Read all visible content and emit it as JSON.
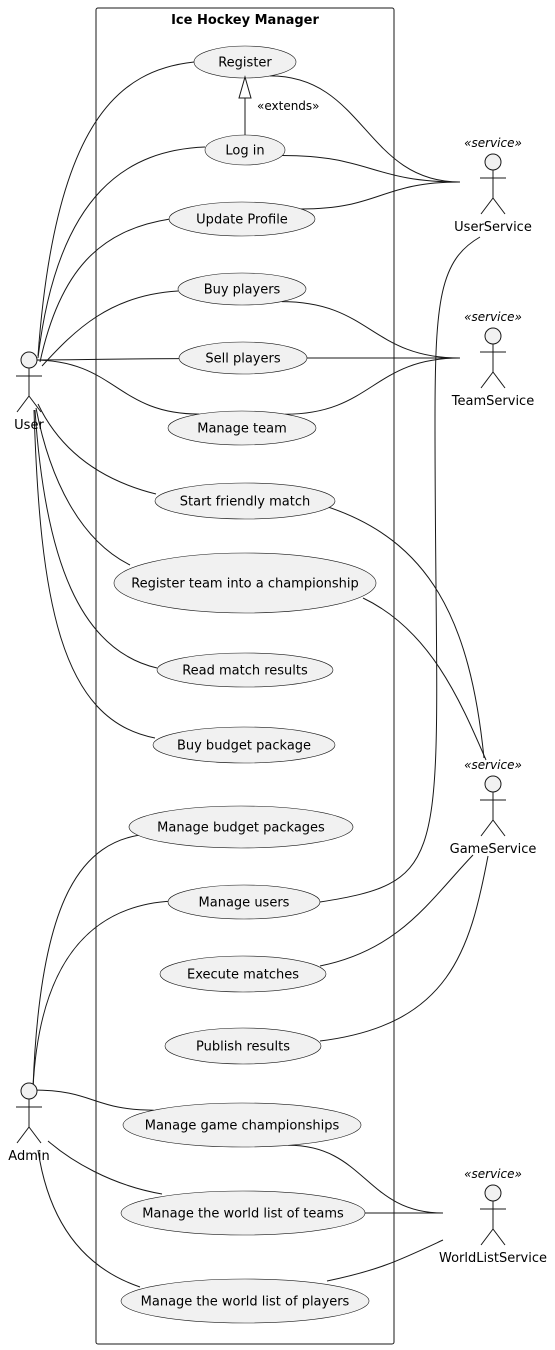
{
  "system": {
    "title": "Ice Hockey Manager"
  },
  "use_cases": [
    {
      "id": "register",
      "label": "Register"
    },
    {
      "id": "login",
      "label": "Log in"
    },
    {
      "id": "update_profile",
      "label": "Update Profile"
    },
    {
      "id": "buy_players",
      "label": "Buy players"
    },
    {
      "id": "sell_players",
      "label": "Sell players"
    },
    {
      "id": "manage_team",
      "label": "Manage team"
    },
    {
      "id": "start_friendly",
      "label": "Start friendly match"
    },
    {
      "id": "register_team",
      "label": "Register team into a championship"
    },
    {
      "id": "read_results",
      "label": "Read match results"
    },
    {
      "id": "buy_budget",
      "label": "Buy budget package"
    },
    {
      "id": "manage_budget",
      "label": "Manage budget packages"
    },
    {
      "id": "manage_users",
      "label": "Manage users"
    },
    {
      "id": "execute_matches",
      "label": "Execute matches"
    },
    {
      "id": "publish_results",
      "label": "Publish results"
    },
    {
      "id": "manage_champs",
      "label": "Manage game championships"
    },
    {
      "id": "manage_world_teams",
      "label": "Manage the world list of teams"
    },
    {
      "id": "manage_world_players",
      "label": "Manage the world list of players"
    }
  ],
  "actors": [
    {
      "id": "user",
      "label": "User",
      "stereotype": ""
    },
    {
      "id": "admin",
      "label": "Admin",
      "stereotype": ""
    },
    {
      "id": "userservice",
      "label": "UserService",
      "stereotype": "«service»"
    },
    {
      "id": "teamservice",
      "label": "TeamService",
      "stereotype": "«service»"
    },
    {
      "id": "gameservice",
      "label": "GameService",
      "stereotype": "«service»"
    },
    {
      "id": "worldlistservice",
      "label": "WorldListService",
      "stereotype": "«service»"
    }
  ],
  "relations": {
    "extends_label": "«extends»",
    "extends": [
      {
        "from": "login",
        "to": "register"
      }
    ],
    "associations": [
      {
        "from": "user",
        "to": "register"
      },
      {
        "from": "user",
        "to": "login"
      },
      {
        "from": "user",
        "to": "update_profile"
      },
      {
        "from": "user",
        "to": "buy_players"
      },
      {
        "from": "user",
        "to": "sell_players"
      },
      {
        "from": "user",
        "to": "manage_team"
      },
      {
        "from": "user",
        "to": "start_friendly"
      },
      {
        "from": "user",
        "to": "register_team"
      },
      {
        "from": "user",
        "to": "read_results"
      },
      {
        "from": "user",
        "to": "buy_budget"
      },
      {
        "from": "register",
        "to": "userservice"
      },
      {
        "from": "login",
        "to": "userservice"
      },
      {
        "from": "update_profile",
        "to": "userservice"
      },
      {
        "from": "buy_players",
        "to": "teamservice"
      },
      {
        "from": "sell_players",
        "to": "teamservice"
      },
      {
        "from": "manage_team",
        "to": "teamservice"
      },
      {
        "from": "start_friendly",
        "to": "gameservice"
      },
      {
        "from": "register_team",
        "to": "gameservice"
      },
      {
        "from": "admin",
        "to": "manage_budget"
      },
      {
        "from": "admin",
        "to": "manage_users"
      },
      {
        "from": "admin",
        "to": "manage_champs"
      },
      {
        "from": "admin",
        "to": "manage_world_teams"
      },
      {
        "from": "admin",
        "to": "manage_world_players"
      },
      {
        "from": "manage_users",
        "to": "userservice"
      },
      {
        "from": "execute_matches",
        "to": "gameservice"
      },
      {
        "from": "publish_results",
        "to": "gameservice"
      },
      {
        "from": "manage_champs",
        "to": "worldlistservice"
      },
      {
        "from": "manage_world_teams",
        "to": "worldlistservice"
      },
      {
        "from": "manage_world_players",
        "to": "worldlistservice"
      }
    ]
  }
}
